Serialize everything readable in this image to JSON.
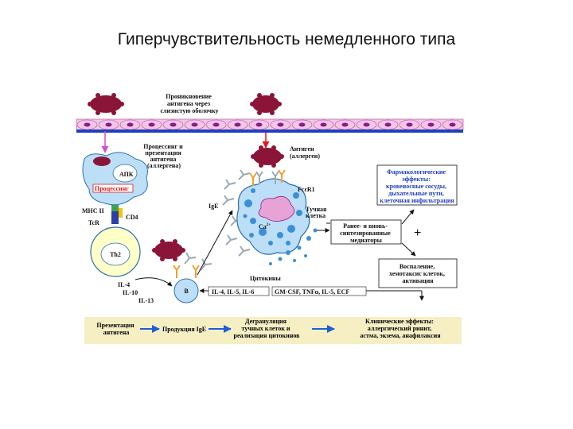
{
  "title": "Гиперчувствительность немедленного типа",
  "labels": {
    "penetration": [
      "Проникновение",
      "антигена через",
      "слизистую оболочку"
    ],
    "processing": [
      "Процессинг и",
      "презентация",
      "антигена",
      "(аллергена)"
    ],
    "antigen": [
      "Антиген",
      "(аллерген)"
    ],
    "apc": "АПК",
    "processing_tag": "Процессинг",
    "mhc": "MHC II",
    "tcr": "TcR",
    "cd4": "CD4",
    "th2": "Th2",
    "ige": "IgE",
    "fce": "FcεR1",
    "mast": [
      "Тучная",
      "клетка"
    ],
    "ca": "Ca",
    "ca_sup": "2+",
    "th2_cytokines": [
      "IL-4",
      "IL-10",
      "IL-13"
    ],
    "b": "B",
    "il_b": "IL-4, IL-5, IL-6",
    "cytokines": "Цитокины",
    "gm": "GM-CSF, TNFα, IL-5, ECF",
    "pharm": [
      "Фармакологические",
      "эффекты:",
      "кровеносные сосуды,",
      "дыхательные пути,",
      "клеточная инфильтрация"
    ],
    "mediators": [
      "Ранее- и вновь-",
      "синтезированные",
      "медиаторы"
    ],
    "plus": "+",
    "inflammation": [
      "Воспаление,",
      "хемотаксис клеток,",
      "активация"
    ]
  },
  "bottom_bar": {
    "items": [
      [
        "Презентация",
        "антигена"
      ],
      [
        "Продукция IgE"
      ],
      [
        "Дегрануляция",
        "тучных клеток и",
        "реализация цитокинов"
      ],
      [
        "Клинические эффекты:",
        "аллергический ринит,",
        "астма, экзема, анафилаксия"
      ]
    ]
  },
  "colors": {
    "allergen": "#8a1538",
    "membrane": "#1f3fbf",
    "epithelium": "#f2c7e6",
    "nucleus": "#8b1a8f",
    "cell_blue": "#bcdff7",
    "mast_blue": "#3b8fd8",
    "bar_bg": "#f6efc4",
    "arrow_blue": "#1f5fd6",
    "arrow_pink": "#d24fd0",
    "arrow_red": "#e01919"
  }
}
